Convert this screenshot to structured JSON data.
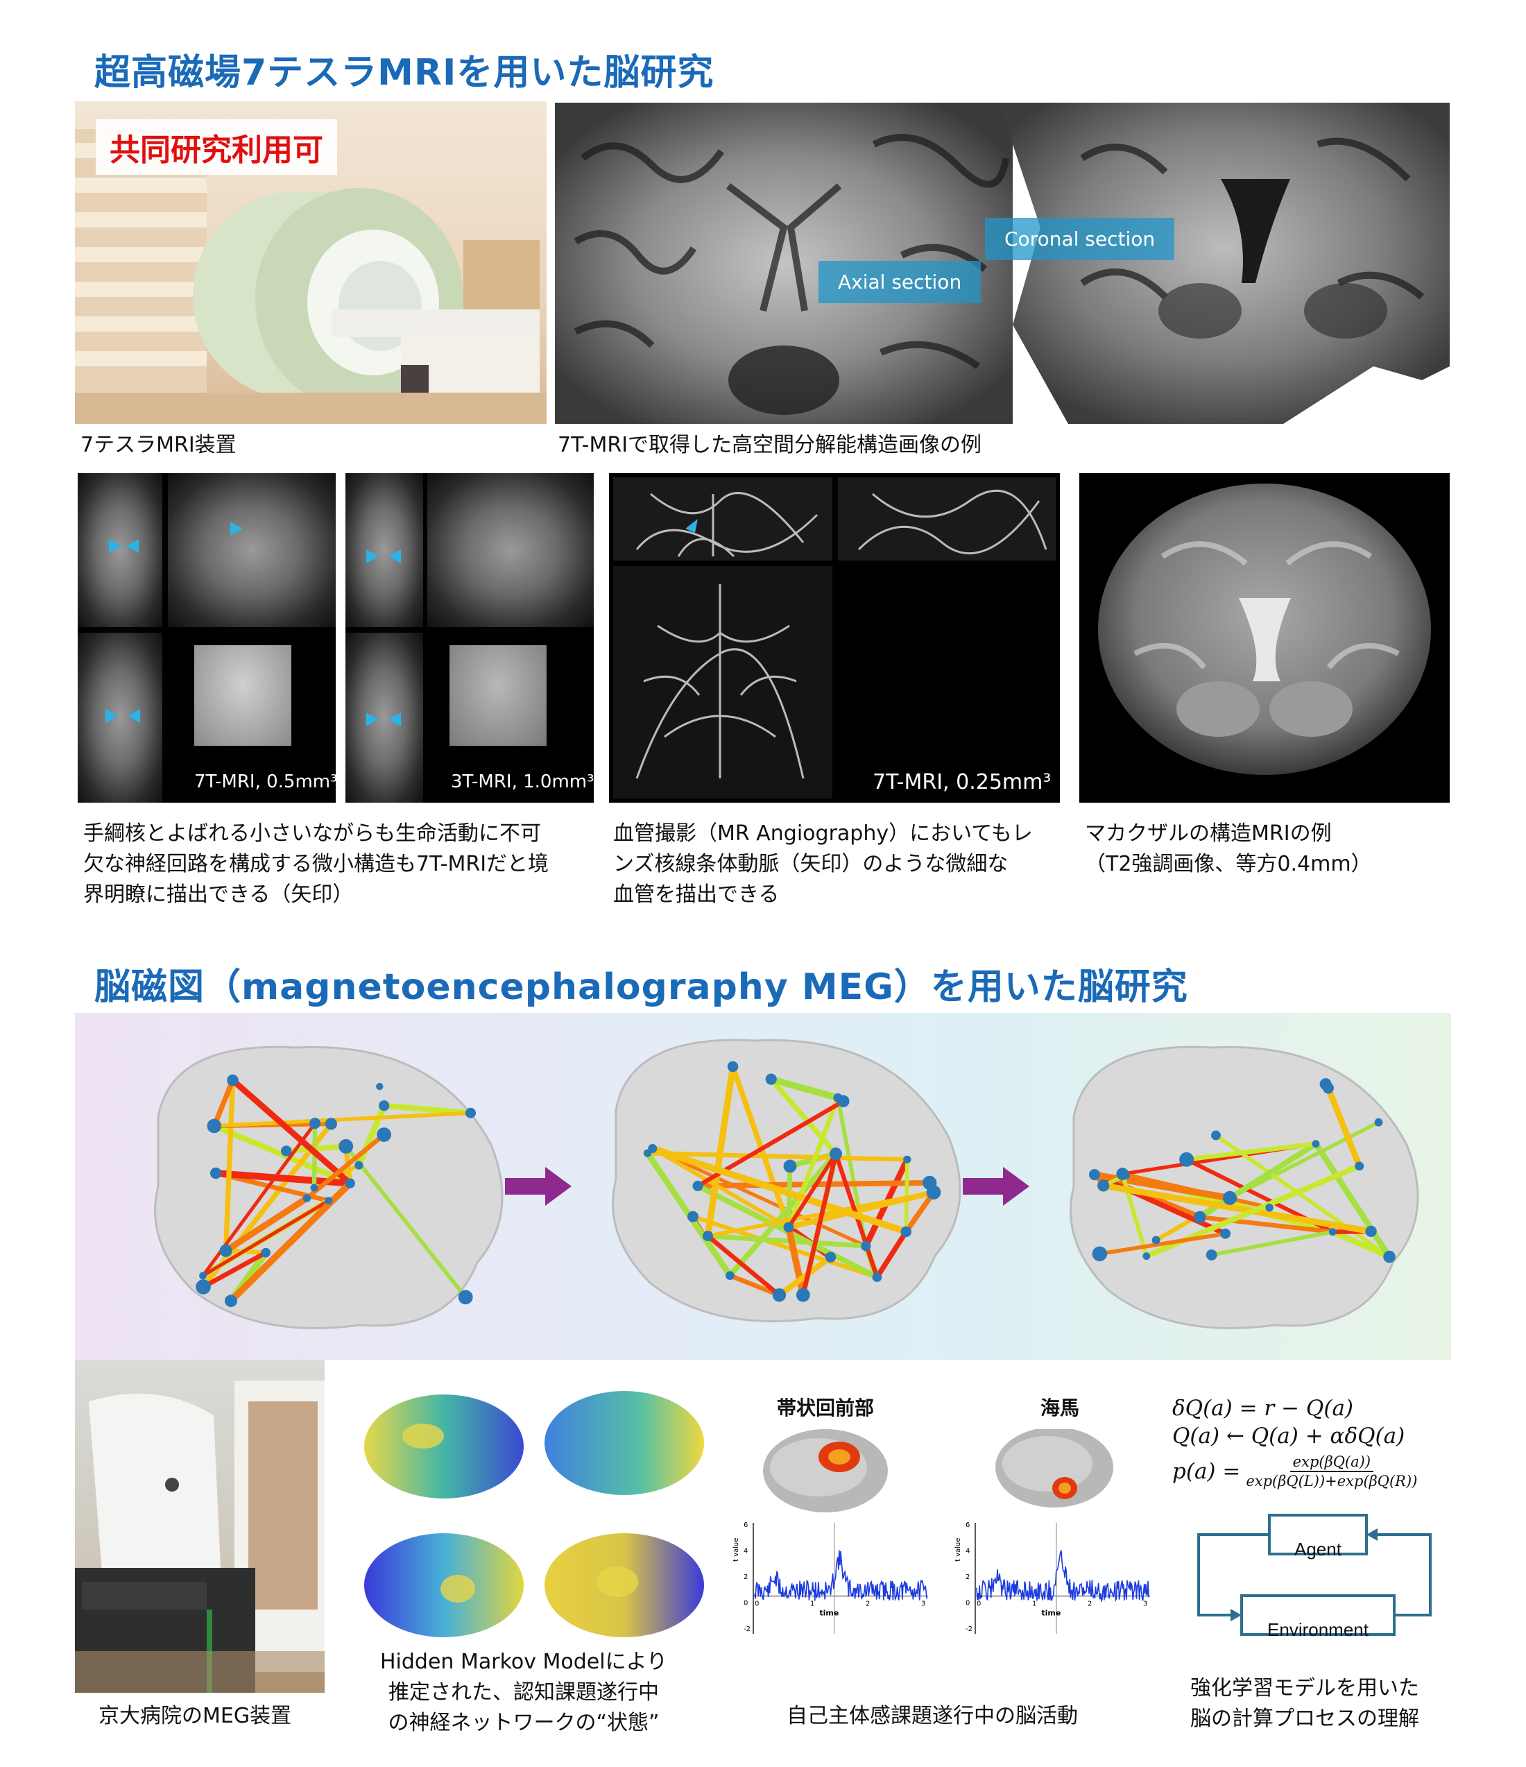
{
  "section1": {
    "title": "超高磁場7テスラMRIを用いた脳研究",
    "badge": "共同研究利用可",
    "mri_caption": "7テスラMRI装置",
    "structure_caption": "7T-MRIで取得した高空間分解能構造画像の例",
    "axial_label": "Axial section",
    "coronal_label": "Coronal section"
  },
  "section1_row2": {
    "habenula_7t_label": "7T-MRI, 0.5mm³",
    "habenula_3t_label": "3T-MRI, 1.0mm³",
    "angio_label": "7T-MRI, 0.25mm³",
    "habenula_caption": [
      "手綱核とよばれる小さいながらも生命活動に不可",
      "欠な神経回路を構成する微小構造も7T-MRIだと境",
      "界明瞭に描出できる（矢印）"
    ],
    "angio_caption": [
      "血管撮影（MR Angiography）においてもレ",
      "ンズ核線条体動脈（矢印）のような微細な",
      "血管を描出できる"
    ],
    "macaque_caption": [
      "マカクザルの構造MRIの例",
      "（T2強調画像、等方0.4mm）"
    ]
  },
  "section2": {
    "title": "脳磁図（magnetoencephalography MEG）を用いた脳研究",
    "meg_caption": "京大病院のMEG装置",
    "hmm_caption": [
      "Hidden Markov Modelにより",
      "推定された、認知課題遂行中",
      "の神経ネットワークの“状態”"
    ],
    "region1": "帯状回前部",
    "region2": "海馬",
    "activity_caption": "自己主体感課題遂行中の脳活動",
    "plot_ylabel": "t value",
    "plot_xlabel": "time",
    "plot_yticks": [
      "6",
      "4",
      "2",
      "0",
      "-2"
    ],
    "plot_xticks": [
      "0",
      "1",
      "2",
      "3"
    ],
    "eq1": "δQ(a) = r − Q(a)",
    "eq2": "Q(a) ← Q(a) + αδQ(a)",
    "eq3_lhs": "p(a) =",
    "eq3_num": "exp(βQ(a))",
    "eq3_den": "exp(βQ(L))+exp(βQ(R))",
    "agent_label": "Agent",
    "environment_label": "Environment",
    "rl_caption": [
      "強化学習モデルを用いた",
      "脳の計算プロセスの理解"
    ]
  },
  "colors": {
    "title_blue": "#1a6ab8",
    "badge_red": "#e01010",
    "arrow_purple": "#8e2a8e",
    "node_blue": "#2a78b8",
    "rl_box": "#2e6f8e"
  }
}
